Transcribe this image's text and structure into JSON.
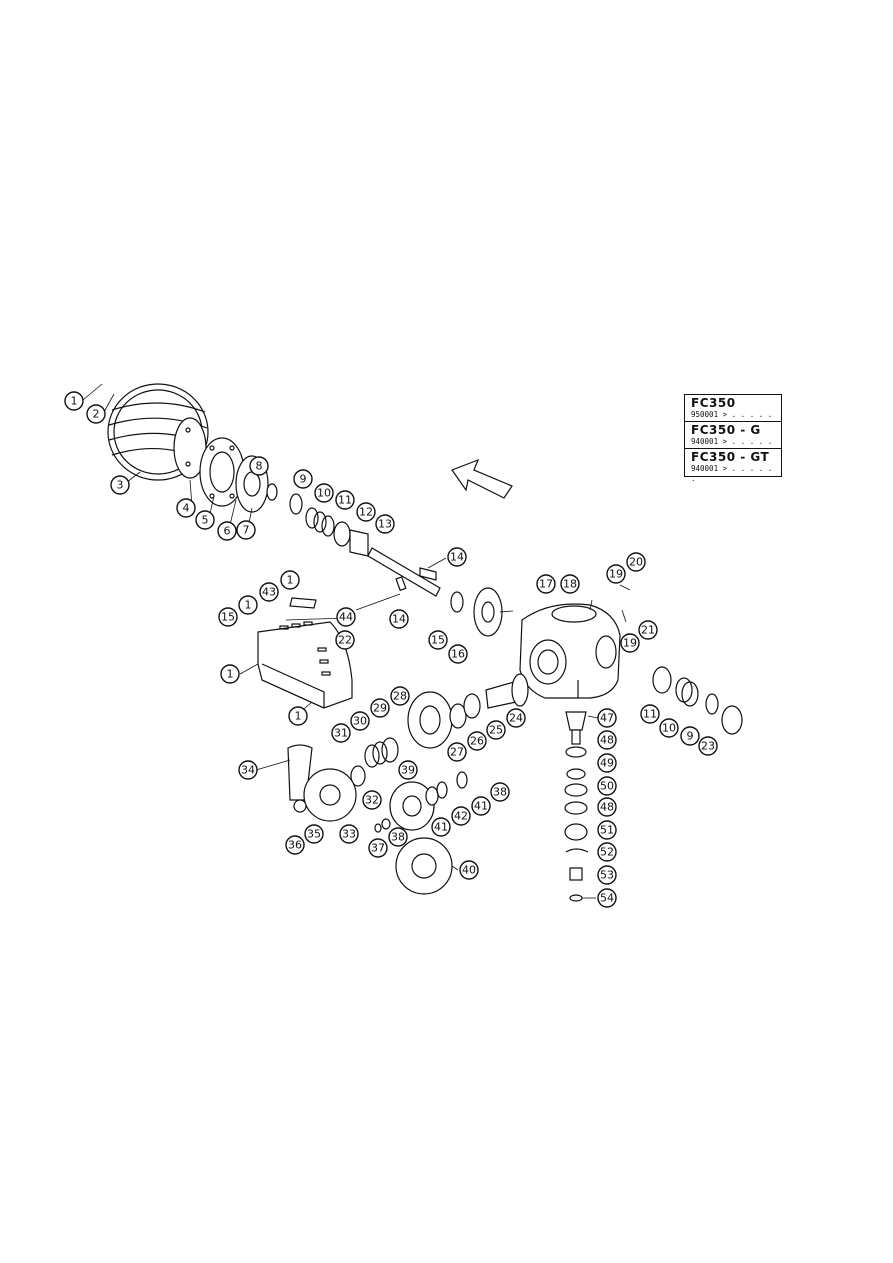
{
  "models": [
    {
      "name": "FC350",
      "serial": "950001 > . . . . . ."
    },
    {
      "name": "FC350 - G",
      "serial": "940001 > . . . . . ."
    },
    {
      "name": "FC350 - GT",
      "serial": "940001 > . . . . . ."
    }
  ],
  "callouts": [
    "1",
    "2",
    "3",
    "4",
    "5",
    "6",
    "7",
    "8",
    "9",
    "10",
    "11",
    "12",
    "13",
    "14",
    "14",
    "1",
    "43",
    "1",
    "44",
    "15",
    "22",
    "1",
    "1",
    "16",
    "17",
    "18",
    "19",
    "20",
    "19",
    "21",
    "11",
    "10",
    "9",
    "23",
    "28",
    "29",
    "30",
    "31",
    "27",
    "26",
    "25",
    "24",
    "47",
    "48",
    "49",
    "50",
    "48",
    "51",
    "52",
    "53",
    "54",
    "34",
    "33",
    "32",
    "39",
    "41",
    "42",
    "41",
    "38",
    "35",
    "36",
    "37",
    "38",
    "40"
  ]
}
